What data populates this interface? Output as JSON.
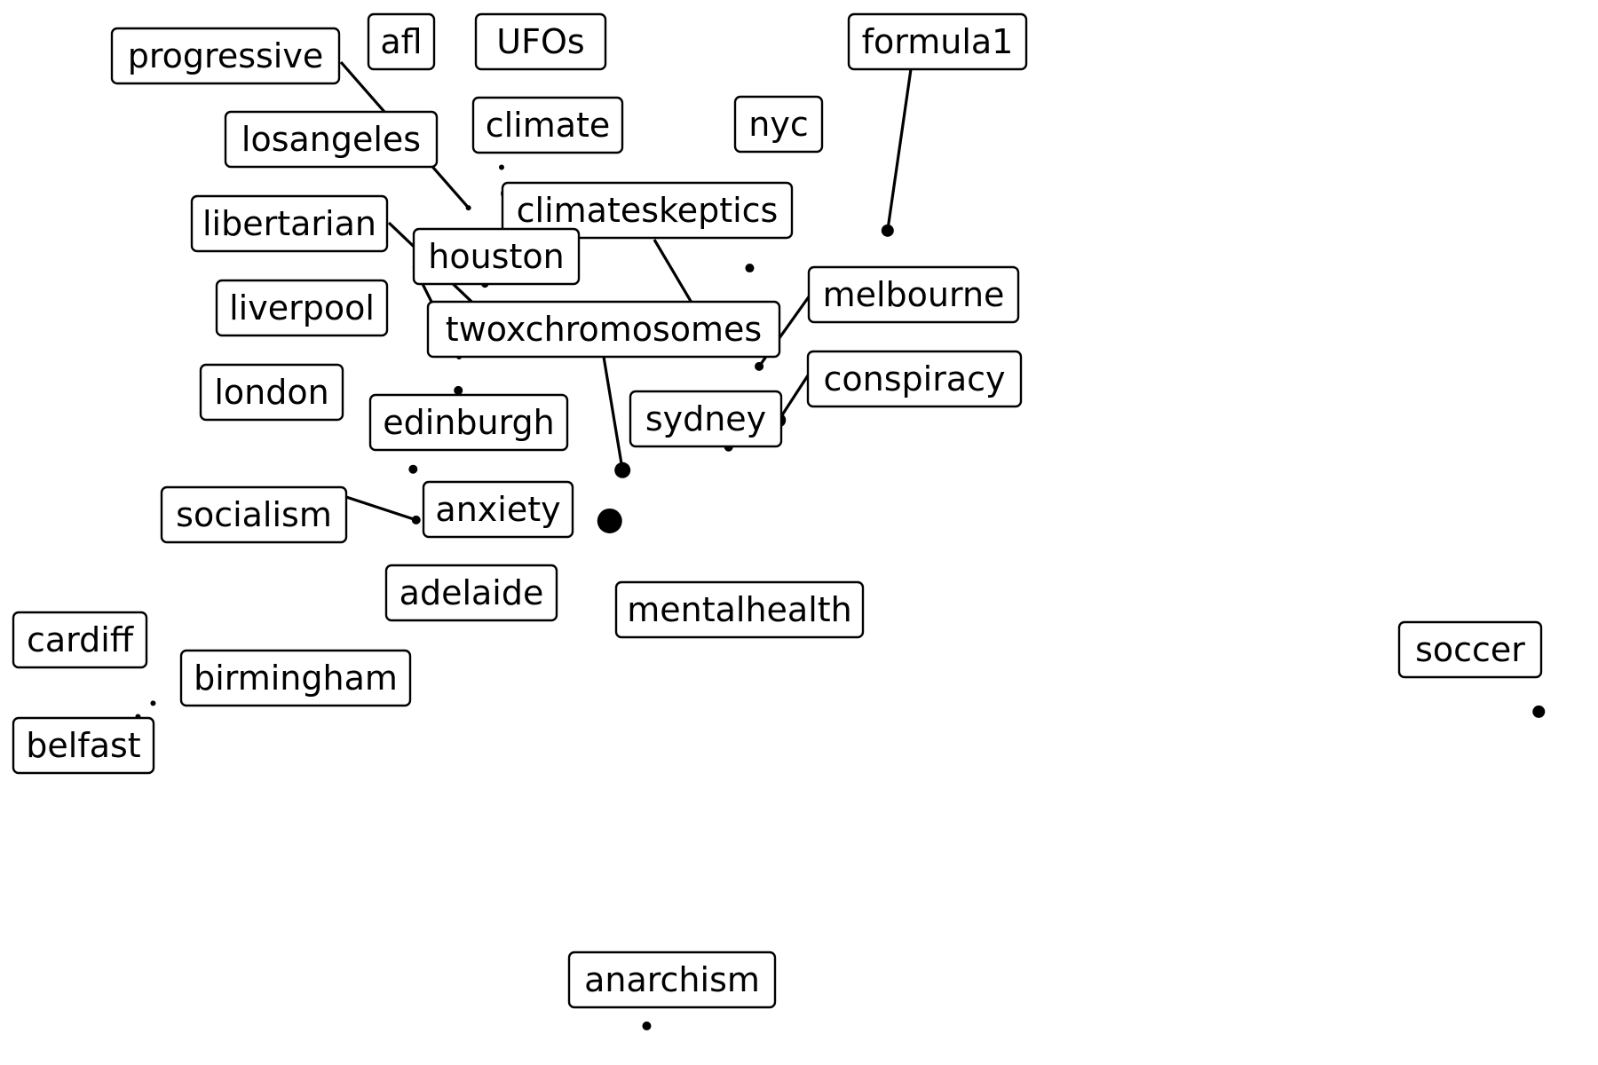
{
  "chart_data": {
    "type": "scatter",
    "title": "",
    "xlabel": "",
    "ylabel": "",
    "axes_visible": false,
    "grid": false,
    "legend": "none",
    "point_color": "#000000",
    "points": [
      {
        "label": "afl",
        "x": 0.5105,
        "y": 0.9579,
        "size": 3
      },
      {
        "label": "UFOs",
        "x": 0.5159,
        "y": 0.9286,
        "size": 6
      },
      {
        "label": "progressive",
        "x": 0.4712,
        "y": 0.9128,
        "size": 3
      },
      {
        "label": "climate",
        "x": 0.5123,
        "y": 0.8723,
        "size": 3
      },
      {
        "label": "losangeles",
        "x": 0.4908,
        "y": 0.8275,
        "size": 4
      },
      {
        "label": "libertarian",
        "x": 0.4819,
        "y": 0.8018,
        "size": 7
      },
      {
        "label": "formula1",
        "x": 0.9682,
        "y": 0.8873,
        "size": 7
      },
      {
        "label": "nyc",
        "x": 0.8047,
        "y": 0.8455,
        "size": 5
      },
      {
        "label": "climateskeptics",
        "x": 0.7725,
        "y": 0.7487,
        "size": 3
      },
      {
        "label": "melbourne",
        "x": 0.8159,
        "y": 0.7358,
        "size": 5
      },
      {
        "label": "houston",
        "x": 0.4601,
        "y": 0.7465,
        "size": 3
      },
      {
        "label": "liverpool",
        "x": 0.4592,
        "y": 0.709,
        "size": 5
      },
      {
        "label": "conspiracy",
        "x": 0.8392,
        "y": 0.6758,
        "size": 8
      },
      {
        "label": "twoxchromosomes",
        "x": 0.6539,
        "y": 0.62,
        "size": 9
      },
      {
        "label": "sydney",
        "x": 0.7797,
        "y": 0.6458,
        "size": 5
      },
      {
        "label": "edinburgh",
        "x": 0.4494,
        "y": 0.6705,
        "size": 4
      },
      {
        "label": "london",
        "x": 0.4056,
        "y": 0.6211,
        "size": 5
      },
      {
        "label": "anxiety",
        "x": 0.6387,
        "y": 0.5634,
        "size": 14
      },
      {
        "label": "socialism",
        "x": 0.4092,
        "y": 0.5645,
        "size": 5
      },
      {
        "label": "mentalhealth",
        "x": 0.7573,
        "y": 0.4657,
        "size": 14
      },
      {
        "label": "adelaide",
        "x": 0.4118,
        "y": 0.4829,
        "size": 4
      },
      {
        "label": "birmingham",
        "x": 0.3592,
        "y": 0.409,
        "size": 4
      },
      {
        "label": "cardiff",
        "x": 0.0973,
        "y": 0.36,
        "size": 3
      },
      {
        "label": "belfast",
        "x": 0.0794,
        "y": 0.345,
        "size": 3
      },
      {
        "label": "soccer",
        "x": 1.7403,
        "y": 0.3506,
        "size": 7
      },
      {
        "label": "anarchism",
        "x": 0.6826,
        "y": 0.0,
        "size": 5
      }
    ]
  }
}
